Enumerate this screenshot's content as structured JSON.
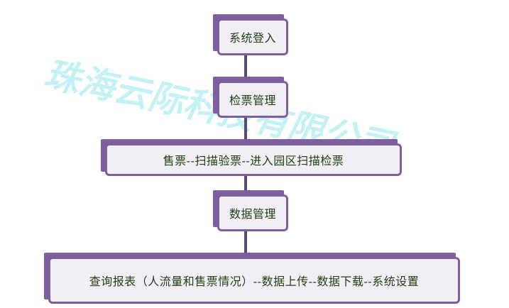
{
  "watermark": {
    "text": "珠海云际科技有限公司"
  },
  "diagram": {
    "nodes": [
      {
        "label": "系统登入"
      },
      {
        "label": "检票管理"
      },
      {
        "label": "售票--扫描验票--进入园区扫描检票"
      },
      {
        "label": "数据管理"
      },
      {
        "label": "查询报表（人流量和售票情况）--数据上传--数据下载--系统设置"
      }
    ]
  },
  "colors": {
    "node_border": "#7d5f9e",
    "node_fill": "#f1eef5",
    "text": "#1f3f0f",
    "connector": "#5b4876",
    "watermark": "#b9eff3"
  }
}
